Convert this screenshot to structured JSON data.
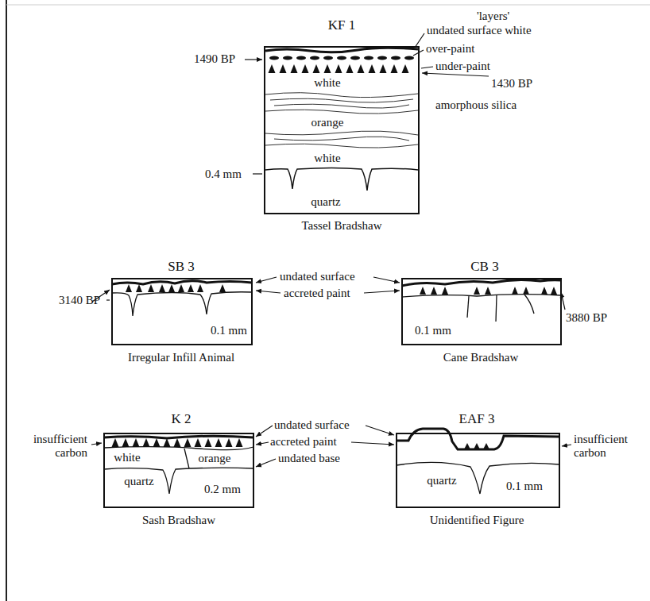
{
  "diagram": {
    "nodes": [
      {
        "text": [
          "KF 1",
          "white",
          "orange",
          "white",
          "quartz",
          "Tassel Bradshaw"
        ]
      },
      {
        "text": [
          "SB 3",
          "0.1 mm",
          "Irregular Infill Animal"
        ]
      },
      {
        "text": [
          "CB 3",
          "0.1 mm",
          "Cane Bradshaw"
        ]
      },
      {
        "text": [
          "K 2",
          "white",
          "orange",
          "quartz",
          "0.2 mm",
          "Sash Bradshaw"
        ]
      },
      {
        "text": [
          "EAF 3",
          "quartz",
          "0.1 mm",
          "Unidentified Figure"
        ]
      }
    ],
    "labels": [
      "'layers'",
      "undated surface white",
      "1490 BP",
      "over-paint",
      "under-paint",
      "1430 BP",
      "amorphous silica",
      "0.4 mm",
      "undated surface",
      "3140 BP",
      "accreted paint",
      "3880 BP",
      "insufficient carbon",
      "undated surface",
      "accreted paint",
      "undated base",
      "insufficient carbon"
    ]
  }
}
